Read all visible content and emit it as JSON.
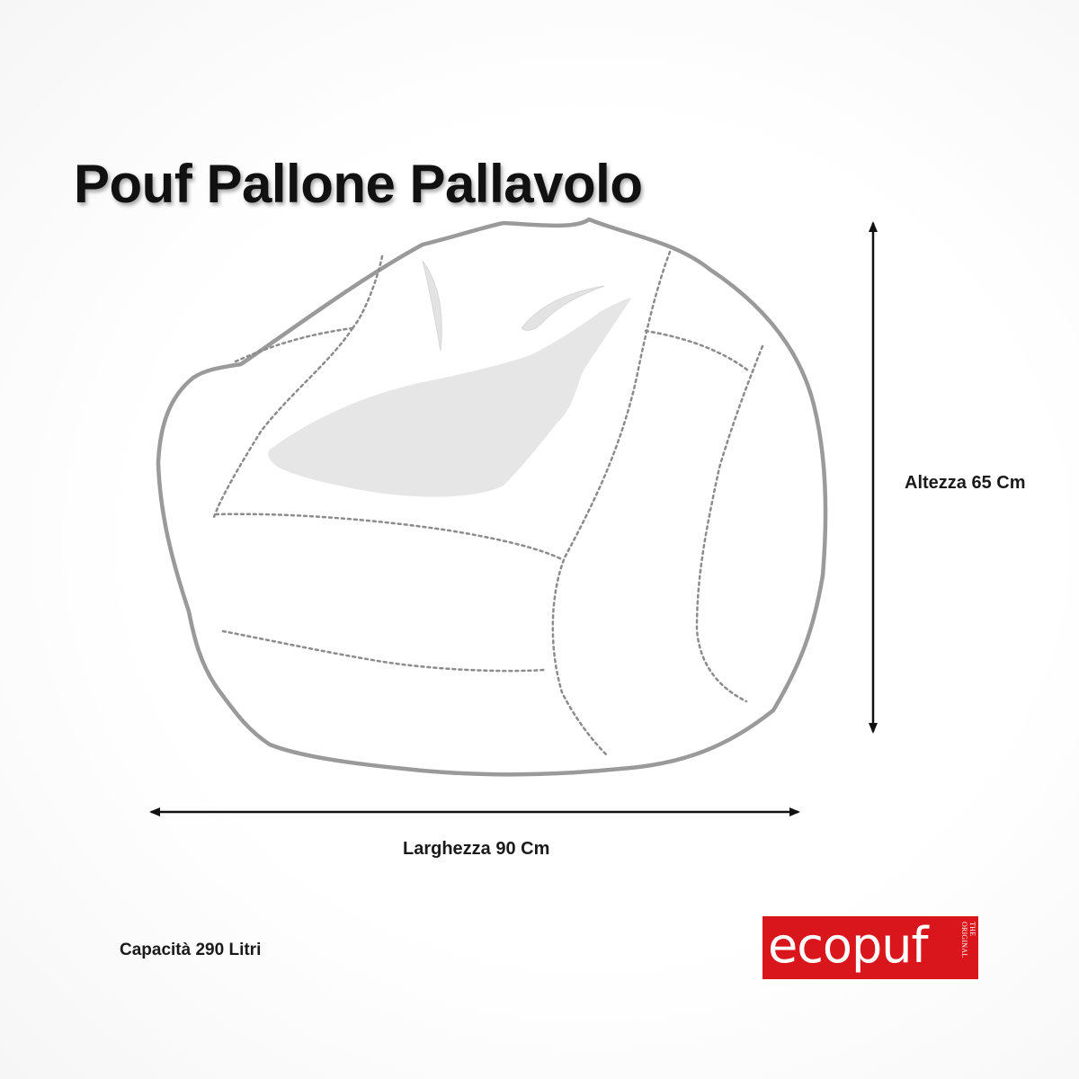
{
  "title": "Pouf Pallone Pallavolo",
  "dimensions": {
    "height_label": "Altezza 65 Cm",
    "width_label": "Larghezza 90 Cm",
    "capacity_label": "Capacità 290 Litri"
  },
  "logo": {
    "word": "ecopuf",
    "tagline": "THE ORIGINAL"
  },
  "colors": {
    "outline": "#9a9a9a",
    "seam": "#8c8c8c",
    "highlight": "#e9e9e9",
    "arrow": "#111111",
    "logo_background": "#d9161c"
  }
}
